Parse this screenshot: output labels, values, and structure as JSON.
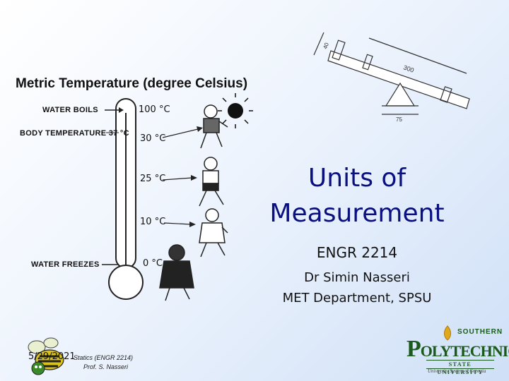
{
  "thermometer": {
    "title": "Metric Temperature (degree Celsius)",
    "labels": {
      "water_boils": "WATER BOILS",
      "body_temperature": "BODY TEMPERATURE 37",
      "body_unit": "°C",
      "water_freezes": "WATER FREEZES"
    },
    "readings": [
      "100",
      "30",
      "25",
      "10",
      "0"
    ],
    "unit": "°C"
  },
  "slide": {
    "title_line1": "Units of",
    "title_line2": "Measurement",
    "course": "ENGR 2214",
    "instructor": "Dr Simin Nasseri",
    "department": "MET Department, SPSU"
  },
  "footer": {
    "date": "5/29/2021",
    "course": "Statics (ENGR 2214)",
    "author": "Prof. S. Nasseri"
  },
  "logo": {
    "southern": "SOUTHERN",
    "polytechnic_p": "P",
    "polytechnic_rest": "OLYTECHNIC",
    "state_university": "STATE UNIVERSITY",
    "system": "University System of Georgia"
  },
  "colors": {
    "title": "#0a1080",
    "logo_green": "#1a5a1a",
    "logo_gold": "#e0a81a"
  }
}
